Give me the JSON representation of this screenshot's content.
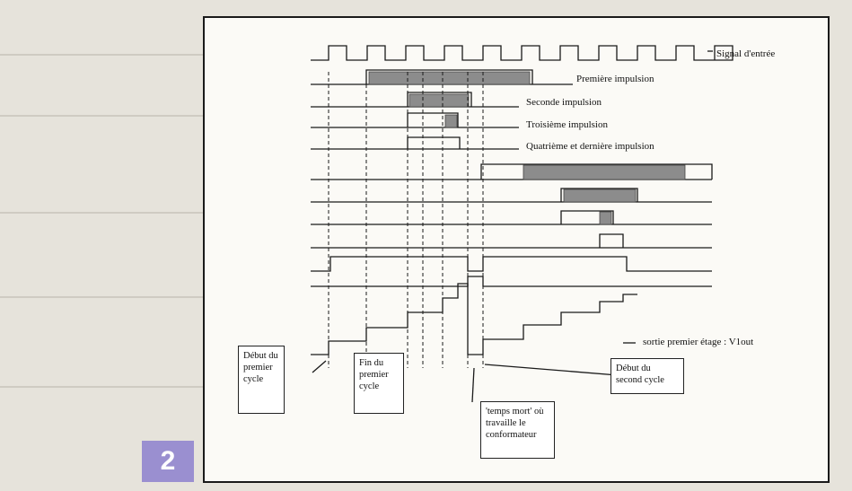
{
  "figure": {
    "number": "2",
    "signals": {
      "input": "Signal d'entrée",
      "pulse1": "Première impulsion",
      "pulse2": "Seconde impulsion",
      "pulse3": "Troisième impulsion",
      "pulse4": "Quatrième et dernière impulsion",
      "output": "sortie premier étage : V1out"
    },
    "notes": {
      "cycle1_start": "Début du premier cycle",
      "cycle1_end": "Fin du premier cycle",
      "dead_time": "'temps mort' où travaille le conformateur",
      "cycle2_start": "Début du second cycle"
    },
    "colors": {
      "pulse_fill": "#8c8c8c",
      "accent": "#9a8fd0",
      "line": "#1a1a1a"
    }
  }
}
